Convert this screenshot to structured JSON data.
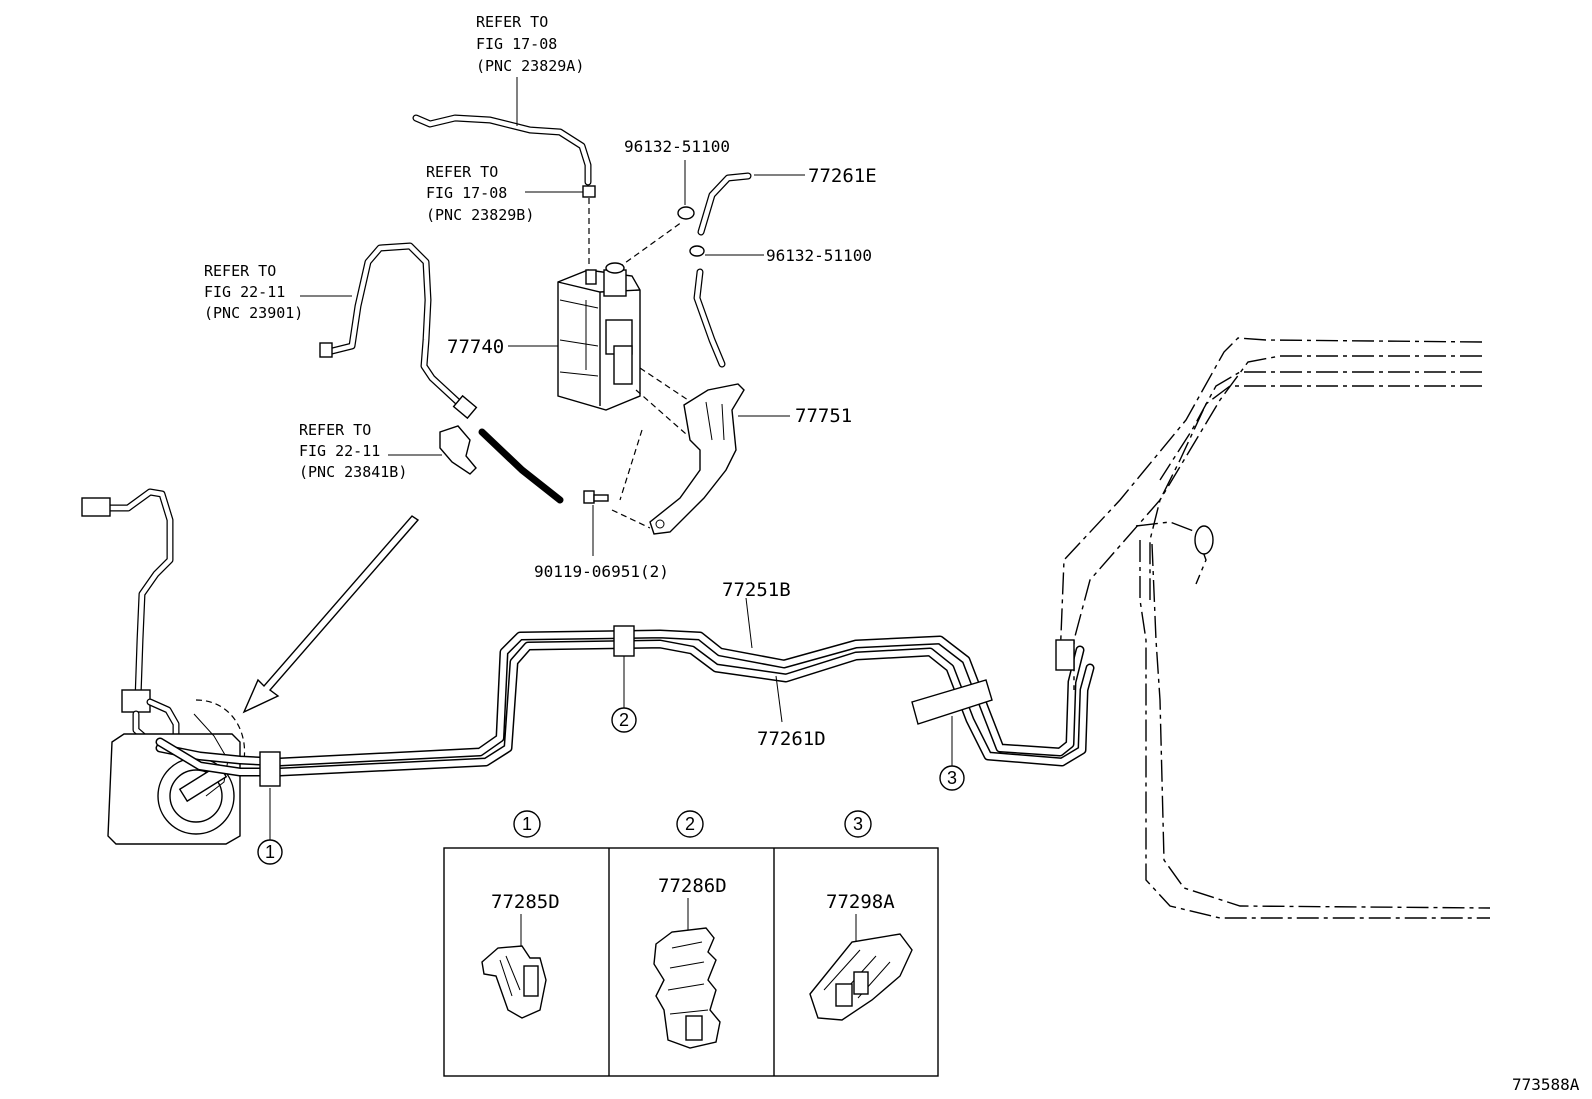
{
  "refs": {
    "ref1": {
      "l1": "REFER TO",
      "l2": "FIG 17-08",
      "l3": "(PNC 23829A)"
    },
    "ref2": {
      "l1": "REFER TO",
      "l2": "FIG 17-08",
      "l3": "(PNC 23829B)"
    },
    "ref3": {
      "l1": "REFER TO",
      "l2": "FIG 22-11",
      "l3": "(PNC 23901)"
    },
    "ref4": {
      "l1": "REFER TO",
      "l2": "FIG 22-11",
      "l3": "(PNC 23841B)"
    }
  },
  "parts": {
    "clamp_top": "96132-51100",
    "hose_77261e": "77261E",
    "clamp_lower": "96132-51100",
    "canister": "77740",
    "bracket": "77751",
    "bolt": "90119-06951(2)",
    "tube_77251b": "77251B",
    "tube_77261d": "77261D"
  },
  "callouts": {
    "c1": "1",
    "c2": "2",
    "c3": "3"
  },
  "legend": {
    "cell1": {
      "marker": "1",
      "part": "77285D"
    },
    "cell2": {
      "marker": "2",
      "part": "77286D"
    },
    "cell3": {
      "marker": "3",
      "part": "77298A"
    }
  },
  "figure_id": "773588A"
}
